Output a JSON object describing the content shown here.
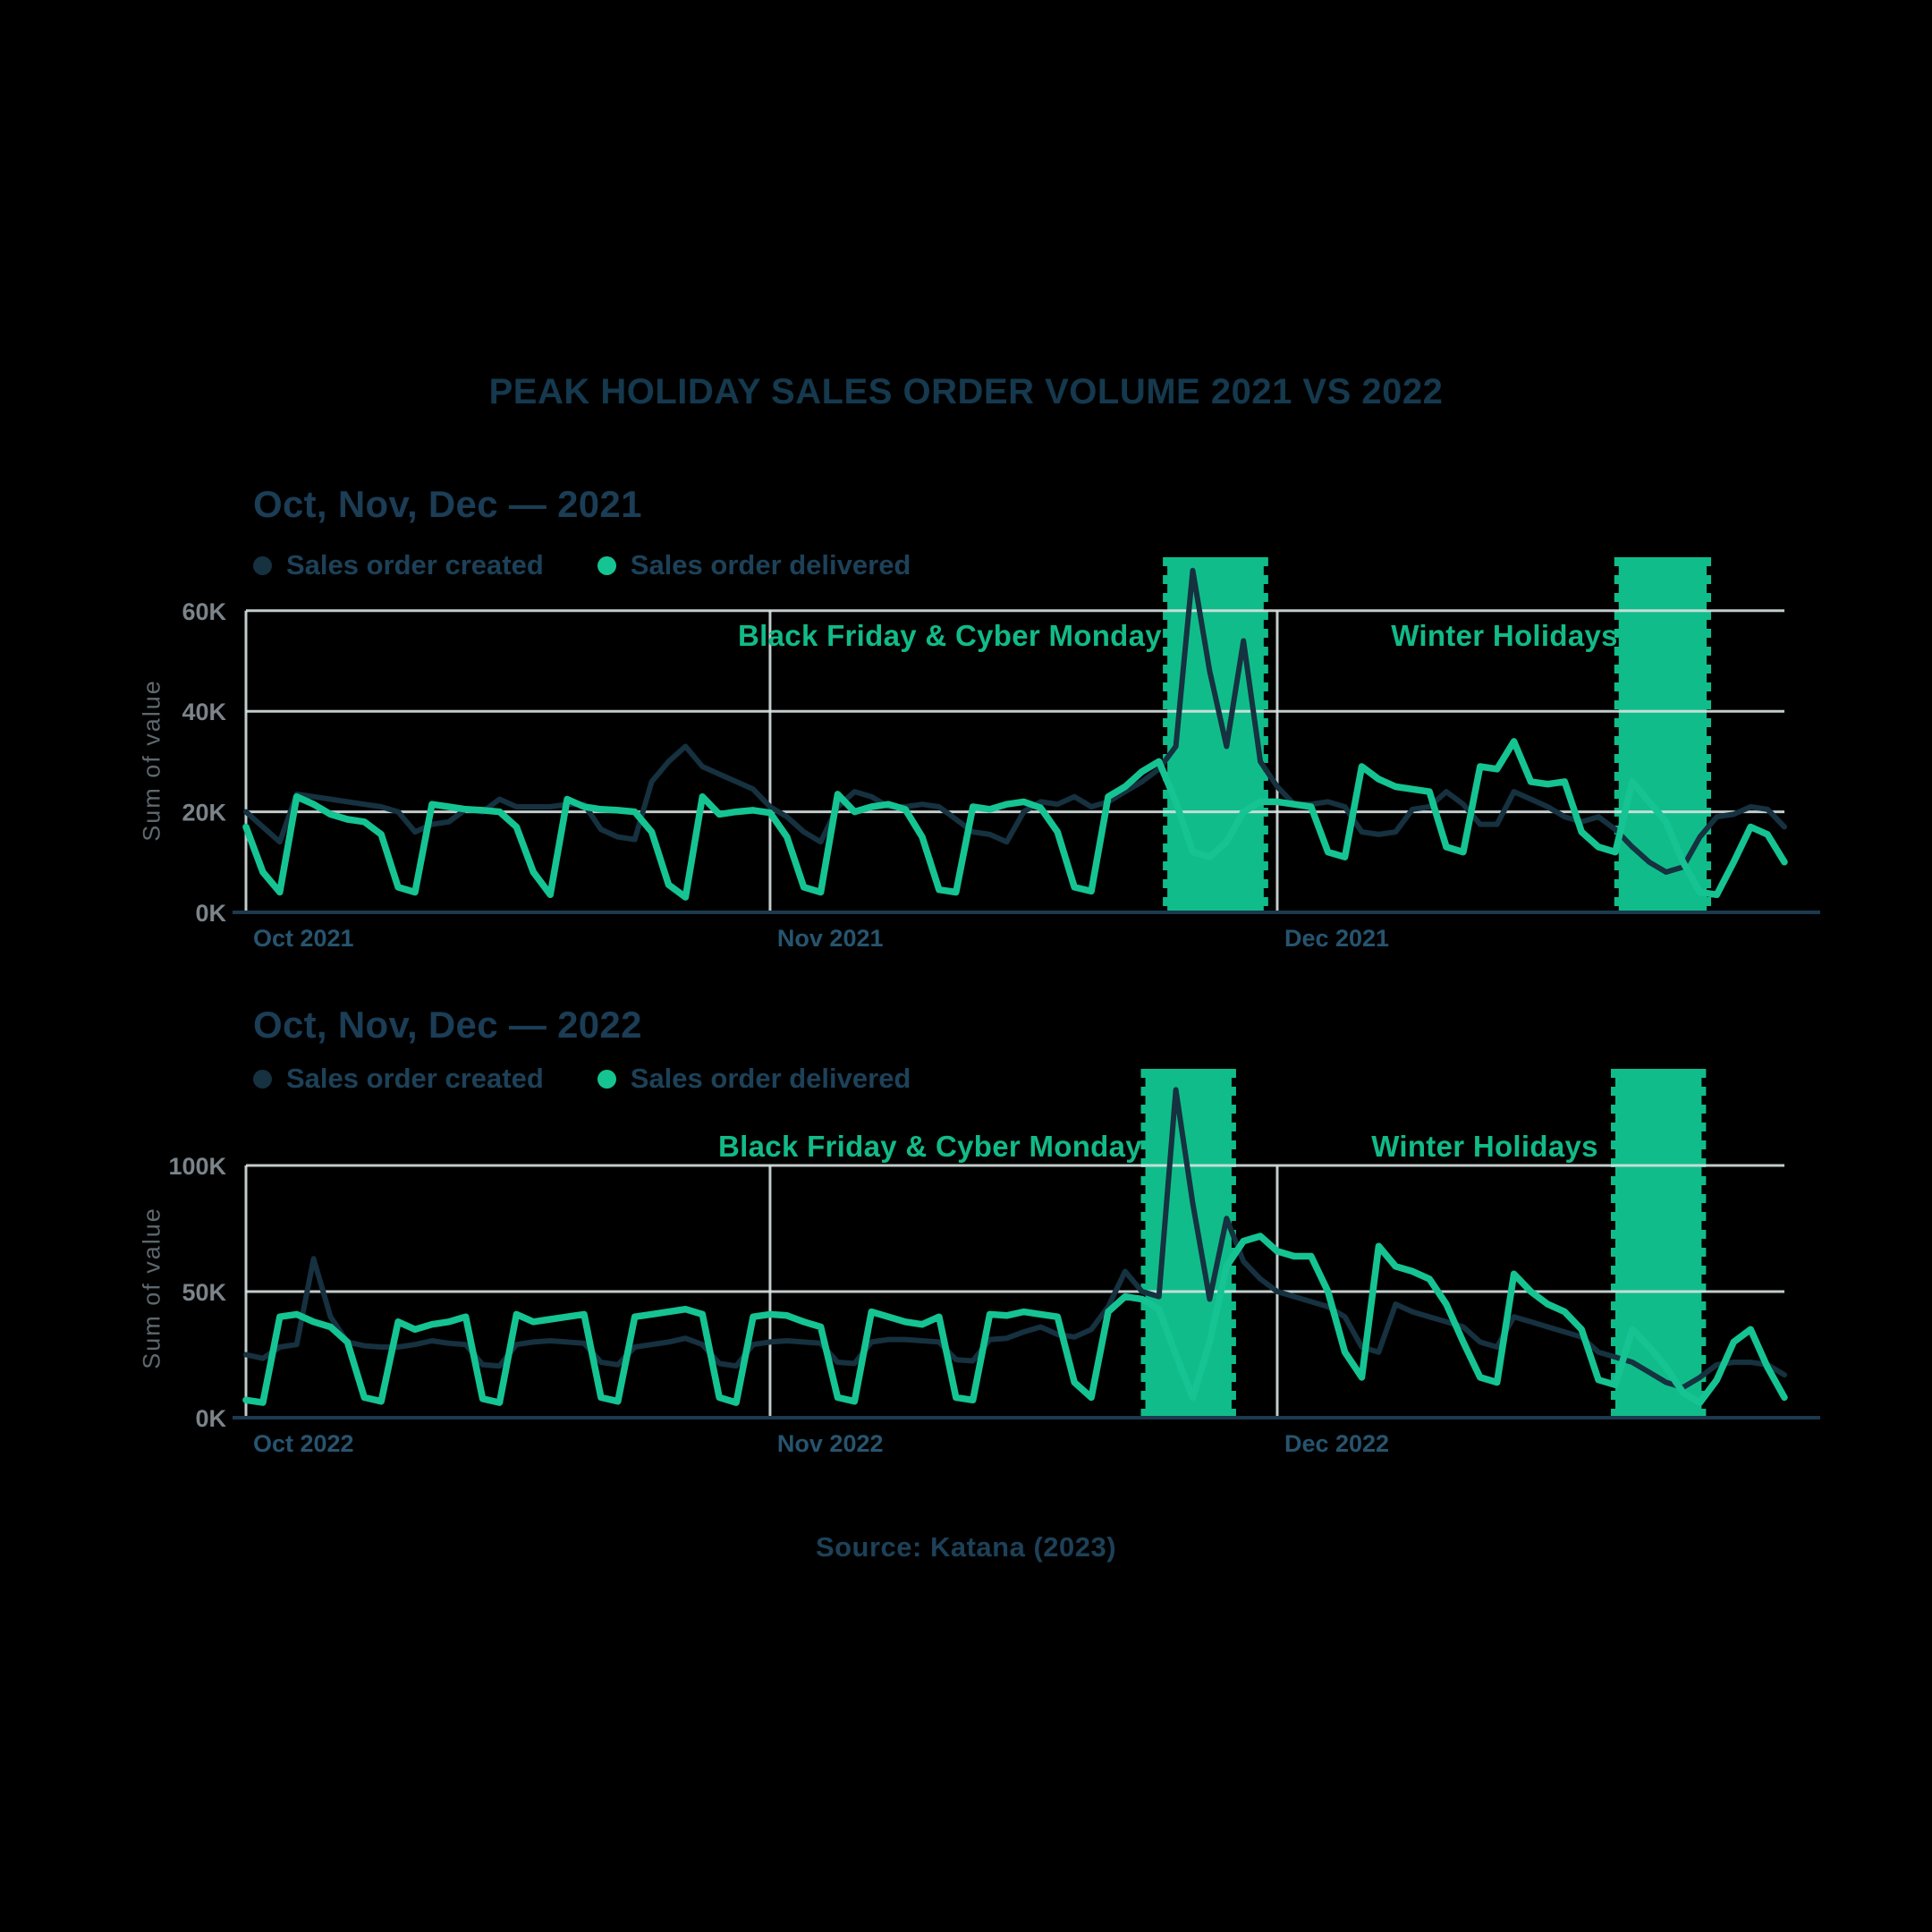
{
  "title": "PEAK HOLIDAY SALES ORDER VOLUME 2021 VS 2022",
  "source": "Source: Katana (2023)",
  "colors": {
    "background": "#000000",
    "title_text": "#15394e",
    "heading_text": "#1b3d55",
    "legend_text": "#1d4158",
    "created_line": "#16313f",
    "delivered_line": "#15c492",
    "highlight_band": "#10bd8a",
    "annotation_text": "#12ba88",
    "gridline": "#d9e2e2",
    "axis_line": "#1b3a50",
    "y_tick_text": "#7b848a",
    "x_tick_text": "#27546f",
    "ylabel_text": "#5d686f"
  },
  "chart_data": [
    {
      "type": "line",
      "heading": "Oct, Nov, Dec — 2021",
      "ylabel": "Sum of value",
      "xlabel": "",
      "unit": "thousands (K)",
      "n_days": 92,
      "ylim": [
        0,
        71
      ],
      "grid": true,
      "legend_position": "top-left",
      "y_ticks": {
        "values": [
          0,
          20,
          40,
          60
        ],
        "labels": [
          "0K",
          "20K",
          "40K",
          "60K"
        ]
      },
      "x_ticks": {
        "days": [
          0,
          31,
          61
        ],
        "labels": [
          "Oct 2021",
          "Nov 2021",
          "Dec 2021"
        ]
      },
      "series": [
        {
          "name": "Sales order created",
          "color": "#16313f",
          "values": [
            20,
            17,
            14,
            23.5,
            23,
            22.5,
            22,
            21.5,
            21,
            20,
            16,
            17.5,
            18,
            20.5,
            20,
            22.5,
            21,
            21,
            21,
            21.5,
            21.5,
            16.5,
            15,
            14.5,
            26,
            30,
            33,
            29,
            27.5,
            26,
            24.5,
            21,
            19,
            16,
            14,
            21,
            24,
            23,
            21,
            21,
            21.5,
            21,
            18.5,
            16,
            15.5,
            14,
            20,
            22,
            21.5,
            23,
            21,
            22,
            24,
            26,
            28.5,
            33,
            68,
            48,
            33,
            54,
            30,
            25,
            21.5,
            21.5,
            22,
            21,
            16,
            15.5,
            16,
            20.5,
            21,
            24,
            21.5,
            17.5,
            17.5,
            24,
            22.5,
            21,
            19,
            18,
            19,
            16.5,
            13,
            10,
            8,
            9,
            15,
            19,
            19.5,
            21,
            20.5,
            17
          ]
        },
        {
          "name": "Sales order delivered",
          "color": "#15c492",
          "values": [
            17,
            8,
            4,
            23,
            21.5,
            19.5,
            18.5,
            18,
            15.5,
            5,
            4,
            21.5,
            21,
            20.5,
            20.3,
            20,
            17,
            8,
            3.5,
            22.5,
            21,
            20.5,
            20.3,
            20,
            16,
            5.5,
            3,
            23,
            19.5,
            20,
            20.3,
            19.8,
            15,
            5,
            4,
            23.5,
            20,
            21,
            21.5,
            20.5,
            15,
            4.5,
            4,
            21,
            20.5,
            21.5,
            22,
            20.8,
            16,
            5,
            4.2,
            23,
            25,
            28,
            30,
            22,
            12,
            11,
            14,
            20,
            22,
            22,
            21.5,
            21,
            12,
            11,
            29,
            26.5,
            25,
            24.5,
            24,
            13,
            12,
            29,
            28.5,
            34,
            26,
            25.5,
            26,
            16,
            13,
            12,
            26,
            22,
            18,
            10,
            4,
            3.5,
            10,
            17,
            15.5,
            10
          ]
        }
      ],
      "highlights": [
        {
          "label": "Black Friday & Cyber Monday",
          "from_day": 54.5,
          "to_day": 60.2
        },
        {
          "label": "Winter Holidays",
          "from_day": 81.2,
          "to_day": 86.4
        }
      ]
    },
    {
      "type": "line",
      "heading": "Oct, Nov, Dec — 2022",
      "ylabel": "Sum of value",
      "xlabel": "",
      "unit": "thousands (K)",
      "n_days": 92,
      "ylim": [
        0,
        138
      ],
      "grid": true,
      "legend_position": "top-left",
      "y_ticks": {
        "values": [
          0,
          50,
          100
        ],
        "labels": [
          "0K",
          "50K",
          "100K"
        ]
      },
      "x_ticks": {
        "days": [
          0,
          31,
          61
        ],
        "labels": [
          "Oct 2022",
          "Nov 2022",
          "Dec 2022"
        ]
      },
      "series": [
        {
          "name": "Sales order created",
          "color": "#16313f",
          "values": [
            25,
            23.5,
            28,
            29,
            63,
            40,
            30,
            28.5,
            28,
            28,
            29,
            30.5,
            29.5,
            29,
            21,
            20.5,
            29,
            30,
            30.5,
            30,
            29.5,
            22,
            21,
            28,
            29,
            30,
            31.5,
            29,
            21.5,
            20.5,
            29,
            30,
            30.5,
            30,
            29.5,
            22,
            21.5,
            30,
            31,
            31,
            30.5,
            30,
            23,
            22.5,
            31,
            31.5,
            34,
            36,
            33,
            32,
            35,
            44,
            58,
            50,
            48,
            130,
            85,
            47,
            79,
            62,
            55,
            50,
            48,
            46,
            44,
            40,
            28,
            26,
            45,
            42,
            40,
            38,
            36,
            30,
            28,
            40,
            38,
            36,
            34,
            32,
            26,
            24,
            22,
            18,
            14,
            12,
            16,
            21,
            22,
            22,
            21,
            17
          ]
        },
        {
          "name": "Sales order delivered",
          "color": "#15c492",
          "values": [
            7,
            6,
            40,
            41,
            38,
            36,
            30,
            8,
            6.5,
            38,
            35,
            37,
            38,
            40,
            7.5,
            6,
            41,
            38,
            39,
            40,
            41,
            8,
            6.5,
            40,
            41,
            42,
            43,
            41,
            8,
            6,
            40,
            41,
            40.5,
            38,
            36,
            8,
            6.5,
            42,
            40,
            38,
            37,
            40,
            8,
            7,
            41,
            40.5,
            42,
            41,
            40,
            14,
            8,
            42,
            48,
            47,
            43,
            25,
            8,
            30,
            60,
            70,
            72,
            66,
            64,
            64,
            50,
            26,
            16,
            68,
            60,
            58,
            55,
            45,
            30,
            16,
            14,
            57,
            50,
            45,
            42,
            35,
            15,
            13,
            35,
            28,
            20,
            10,
            6,
            15,
            30,
            35,
            20,
            8
          ]
        }
      ],
      "highlights": [
        {
          "label": "Black Friday & Cyber Monday",
          "from_day": 53.2,
          "to_day": 58.3
        },
        {
          "label": "Winter Holidays",
          "from_day": 81.0,
          "to_day": 86.1
        }
      ]
    }
  ]
}
